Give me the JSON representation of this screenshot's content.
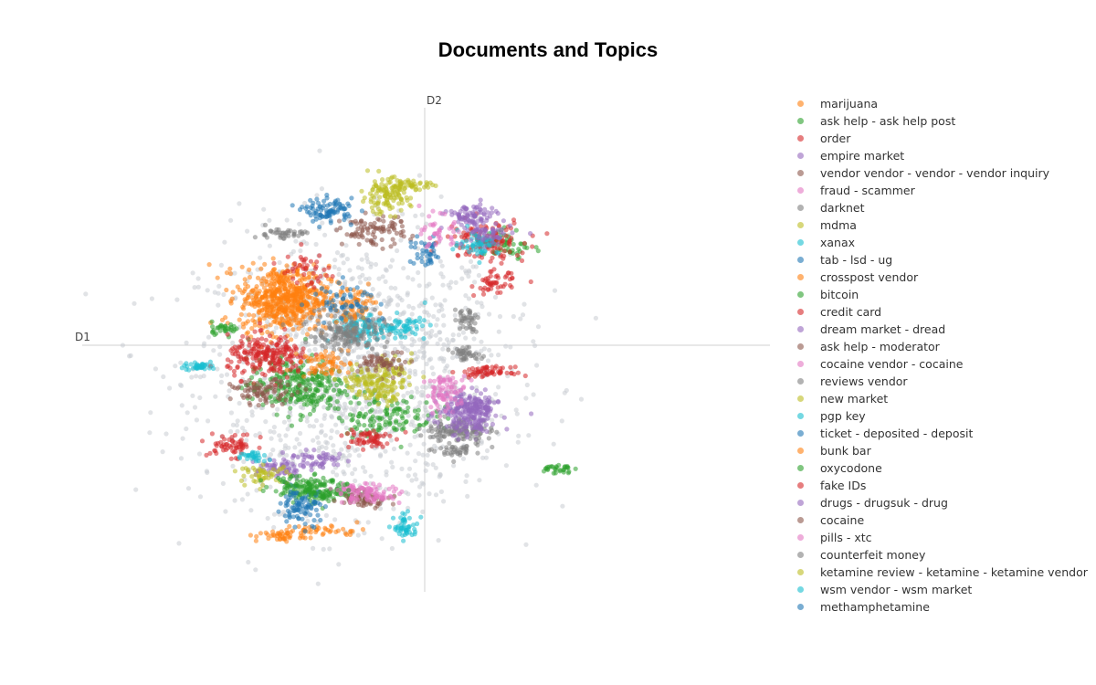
{
  "chart_data": {
    "type": "scatter",
    "title": "Documents and Topics",
    "xlabel": "D1",
    "ylabel": "D2",
    "xlim": [
      -8.5,
      8.5
    ],
    "ylim": [
      -8,
      8.5
    ],
    "grid": false,
    "legend_position": "right",
    "unassigned_color": "#c8ccd1",
    "series": [
      {
        "name": "marijuana",
        "color": "#ff7f0e"
      },
      {
        "name": "ask help - ask help post",
        "color": "#2ca02c"
      },
      {
        "name": "order",
        "color": "#d62728"
      },
      {
        "name": "empire market",
        "color": "#9467bd"
      },
      {
        "name": "vendor vendor - vendor - vendor inquiry",
        "color": "#8c564b"
      },
      {
        "name": "fraud - scammer",
        "color": "#e377c2"
      },
      {
        "name": "darknet",
        "color": "#7f7f7f"
      },
      {
        "name": "mdma",
        "color": "#bcbd22"
      },
      {
        "name": "xanax",
        "color": "#17becf"
      },
      {
        "name": "tab - lsd - ug",
        "color": "#1f77b4"
      },
      {
        "name": "crosspost vendor",
        "color": "#ff7f0e"
      },
      {
        "name": "bitcoin",
        "color": "#2ca02c"
      },
      {
        "name": "credit card",
        "color": "#d62728"
      },
      {
        "name": "dream market - dread",
        "color": "#9467bd"
      },
      {
        "name": "ask help - moderator",
        "color": "#8c564b"
      },
      {
        "name": "cocaine vendor - cocaine",
        "color": "#e377c2"
      },
      {
        "name": "reviews vendor",
        "color": "#7f7f7f"
      },
      {
        "name": "new market",
        "color": "#bcbd22"
      },
      {
        "name": "pgp key",
        "color": "#17becf"
      },
      {
        "name": "ticket - deposited - deposit",
        "color": "#1f77b4"
      },
      {
        "name": "bunk bar",
        "color": "#ff7f0e"
      },
      {
        "name": "oxycodone",
        "color": "#2ca02c"
      },
      {
        "name": "fake IDs",
        "color": "#d62728"
      },
      {
        "name": "drugs - drugsuk - drug",
        "color": "#9467bd"
      },
      {
        "name": "cocaine",
        "color": "#8c564b"
      },
      {
        "name": "pills - xtc",
        "color": "#e377c2"
      },
      {
        "name": "counterfeit money",
        "color": "#7f7f7f"
      },
      {
        "name": "ketamine review - ketamine - ketamine vendor",
        "color": "#bcbd22"
      },
      {
        "name": "wsm vendor - wsm market",
        "color": "#17becf"
      },
      {
        "name": "methamphetamine",
        "color": "#1f77b4"
      }
    ],
    "clusters": [
      {
        "c": 0,
        "x": -3.5,
        "y": 2.0,
        "sx": 0.55,
        "sy": 0.55,
        "n": 600
      },
      {
        "c": 0,
        "x": -2.5,
        "y": -5.9,
        "sx": 0.5,
        "sy": 0.1,
        "n": 40
      },
      {
        "c": 0,
        "x": -3.6,
        "y": -6.1,
        "sx": 0.3,
        "sy": 0.1,
        "n": 40
      },
      {
        "c": 1,
        "x": -3.2,
        "y": -1.0,
        "sx": 0.6,
        "sy": 0.45,
        "n": 260
      },
      {
        "c": 1,
        "x": -2.6,
        "y": -4.6,
        "sx": 0.45,
        "sy": 0.18,
        "n": 120
      },
      {
        "c": 1,
        "x": -1.0,
        "y": -2.0,
        "sx": 0.6,
        "sy": 0.35,
        "n": 120
      },
      {
        "c": 1,
        "x": 3.2,
        "y": -3.8,
        "sx": 0.2,
        "sy": 0.08,
        "n": 30
      },
      {
        "c": 1,
        "x": 2.0,
        "y": 3.8,
        "sx": 0.3,
        "sy": 0.3,
        "n": 50
      },
      {
        "c": 1,
        "x": -5.0,
        "y": 1.0,
        "sx": 0.2,
        "sy": 0.1,
        "n": 30
      },
      {
        "c": 2,
        "x": -3.9,
        "y": 0.0,
        "sx": 0.5,
        "sy": 0.35,
        "n": 220
      },
      {
        "c": 2,
        "x": 1.5,
        "y": 4.0,
        "sx": 0.5,
        "sy": 0.35,
        "n": 120
      },
      {
        "c": 2,
        "x": 1.5,
        "y": -0.5,
        "sx": 0.3,
        "sy": 0.08,
        "n": 60
      },
      {
        "c": 2,
        "x": -4.8,
        "y": -3.0,
        "sx": 0.3,
        "sy": 0.2,
        "n": 60
      },
      {
        "c": 3,
        "x": 1.1,
        "y": 4.8,
        "sx": 0.3,
        "sy": 0.2,
        "n": 80
      },
      {
        "c": 3,
        "x": 1.1,
        "y": -1.7,
        "sx": 0.35,
        "sy": 0.25,
        "n": 180
      },
      {
        "c": 3,
        "x": -3.6,
        "y": -3.8,
        "sx": 0.3,
        "sy": 0.2,
        "n": 60
      },
      {
        "c": 4,
        "x": -1.3,
        "y": 4.3,
        "sx": 0.4,
        "sy": 0.25,
        "n": 90
      },
      {
        "c": 4,
        "x": -4.0,
        "y": -1.2,
        "sx": 0.4,
        "sy": 0.2,
        "n": 80
      },
      {
        "c": 4,
        "x": -1.5,
        "y": -4.8,
        "sx": 0.3,
        "sy": 0.15,
        "n": 60
      },
      {
        "c": 5,
        "x": 0.5,
        "y": -1.2,
        "sx": 0.25,
        "sy": 0.3,
        "n": 80
      },
      {
        "c": 5,
        "x": -1.5,
        "y": -4.5,
        "sx": 0.4,
        "sy": 0.1,
        "n": 60
      },
      {
        "c": 6,
        "x": 0.8,
        "y": -2.5,
        "sx": 0.4,
        "sy": 0.2,
        "n": 120
      },
      {
        "c": 6,
        "x": 1.0,
        "y": 1.3,
        "sx": 0.15,
        "sy": 0.2,
        "n": 40
      },
      {
        "c": 6,
        "x": -3.6,
        "y": 4.2,
        "sx": 0.3,
        "sy": 0.1,
        "n": 40
      },
      {
        "c": 7,
        "x": -1.0,
        "y": 5.5,
        "sx": 0.3,
        "sy": 0.3,
        "n": 120
      },
      {
        "c": 7,
        "x": -1.5,
        "y": -0.8,
        "sx": 0.35,
        "sy": 0.2,
        "n": 70
      },
      {
        "c": 7,
        "x": -4.0,
        "y": -4.0,
        "sx": 0.3,
        "sy": 0.15,
        "n": 50
      },
      {
        "c": 8,
        "x": -1.6,
        "y": 1.0,
        "sx": 0.35,
        "sy": 0.25,
        "n": 90
      },
      {
        "c": 8,
        "x": 1.3,
        "y": 3.9,
        "sx": 0.25,
        "sy": 0.2,
        "n": 60
      },
      {
        "c": 8,
        "x": -5.6,
        "y": -0.3,
        "sx": 0.2,
        "sy": 0.08,
        "n": 40
      },
      {
        "c": 8,
        "x": -0.5,
        "y": -5.8,
        "sx": 0.15,
        "sy": 0.2,
        "n": 50
      },
      {
        "c": 8,
        "x": -4.3,
        "y": -3.4,
        "sx": 0.2,
        "sy": 0.1,
        "n": 30
      },
      {
        "c": 9,
        "x": -2.4,
        "y": 5.0,
        "sx": 0.3,
        "sy": 0.2,
        "n": 90
      },
      {
        "c": 9,
        "x": -3.0,
        "y": -5.2,
        "sx": 0.25,
        "sy": 0.3,
        "n": 50
      },
      {
        "c": 12,
        "x": 1.7,
        "y": 2.5,
        "sx": 0.25,
        "sy": 0.2,
        "n": 50
      },
      {
        "c": 12,
        "x": -3.0,
        "y": 3.0,
        "sx": 0.3,
        "sy": 0.3,
        "n": 40
      },
      {
        "c": 13,
        "x": 1.1,
        "y": -2.3,
        "sx": 0.35,
        "sy": 0.25,
        "n": 80
      },
      {
        "c": 13,
        "x": 1.5,
        "y": 4.2,
        "sx": 0.3,
        "sy": 0.2,
        "n": 50
      },
      {
        "c": 15,
        "x": -1.5,
        "y": -4.8,
        "sx": 0.35,
        "sy": 0.08,
        "n": 40
      },
      {
        "c": 16,
        "x": 1.0,
        "y": 0.1,
        "sx": 0.2,
        "sy": 0.1,
        "n": 40
      },
      {
        "c": 16,
        "x": -2.0,
        "y": 1.0,
        "sx": 0.5,
        "sy": 0.4,
        "n": 100
      },
      {
        "c": 17,
        "x": -0.3,
        "y": 5.9,
        "sx": 0.25,
        "sy": 0.1,
        "n": 40
      },
      {
        "c": 17,
        "x": -0.8,
        "y": -0.6,
        "sx": 0.3,
        "sy": 0.3,
        "n": 60
      },
      {
        "c": 19,
        "x": 0.0,
        "y": 3.5,
        "sx": 0.2,
        "sy": 0.25,
        "n": 40
      },
      {
        "c": 19,
        "x": -3.2,
        "y": -5.0,
        "sx": 0.3,
        "sy": 0.25,
        "n": 40
      },
      {
        "c": 20,
        "x": -2.5,
        "y": -0.2,
        "sx": 0.3,
        "sy": 0.25,
        "n": 60
      },
      {
        "c": 20,
        "x": -1.8,
        "y": 1.8,
        "sx": 0.3,
        "sy": 0.3,
        "n": 60
      },
      {
        "c": 21,
        "x": -3.0,
        "y": -4.3,
        "sx": 0.4,
        "sy": 0.2,
        "n": 80
      },
      {
        "c": 22,
        "x": -1.5,
        "y": -2.8,
        "sx": 0.3,
        "sy": 0.2,
        "n": 60
      },
      {
        "c": 23,
        "x": -2.7,
        "y": -3.5,
        "sx": 0.4,
        "sy": 0.15,
        "n": 50
      },
      {
        "c": 24,
        "x": -1.0,
        "y": -0.2,
        "sx": 0.3,
        "sy": 0.2,
        "n": 60
      },
      {
        "c": 25,
        "x": 0.3,
        "y": 4.2,
        "sx": 0.2,
        "sy": 0.3,
        "n": 40
      },
      {
        "c": 26,
        "x": -1.8,
        "y": 0.8,
        "sx": 0.4,
        "sy": 0.25,
        "n": 80
      },
      {
        "c": 26,
        "x": 0.8,
        "y": -3.2,
        "sx": 0.3,
        "sy": 0.15,
        "n": 40
      },
      {
        "c": 27,
        "x": -1.2,
        "y": -1.2,
        "sx": 0.3,
        "sy": 0.2,
        "n": 50
      },
      {
        "c": 28,
        "x": -0.6,
        "y": 1.0,
        "sx": 0.3,
        "sy": 0.2,
        "n": 60
      },
      {
        "c": 29,
        "x": -2.0,
        "y": 2.0,
        "sx": 0.4,
        "sy": 0.3,
        "n": 50
      }
    ]
  }
}
